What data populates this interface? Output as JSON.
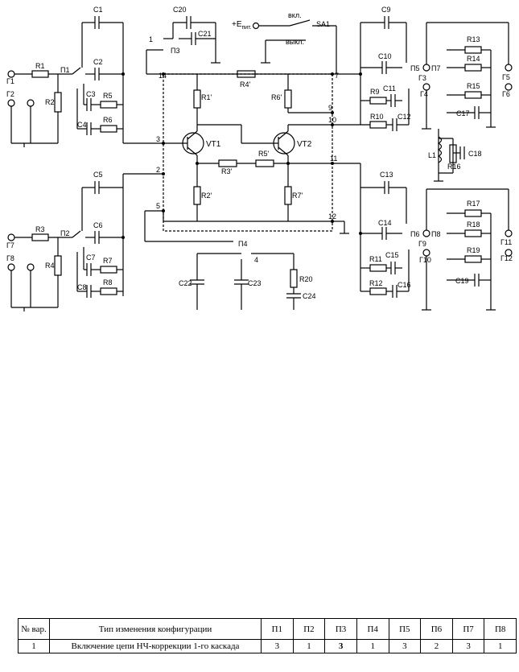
{
  "schematic": {
    "supply_label": "+E",
    "supply_sub": "пит.",
    "switch_on": "вкл.",
    "switch_off": "выкл.",
    "switch_name": "SA1",
    "transistors": [
      "VT1",
      "VT2"
    ],
    "capacitors": [
      "C1",
      "C2",
      "C3",
      "C4",
      "C5",
      "C6",
      "C7",
      "C8",
      "C9",
      "C10",
      "C11",
      "C12",
      "C13",
      "C14",
      "C15",
      "C16",
      "C17",
      "C18",
      "C19",
      "C20",
      "C21",
      "C22",
      "C23",
      "C24"
    ],
    "resistors": [
      "R1",
      "R2",
      "R3",
      "R4",
      "R5",
      "R6",
      "R7",
      "R8",
      "R9",
      "R10",
      "R11",
      "R12",
      "R13",
      "R14",
      "R15",
      "R16",
      "R17",
      "R18",
      "R19",
      "R20"
    ],
    "primed_resistors": [
      "R1'",
      "R2'",
      "R3'",
      "R4'",
      "R5'",
      "R6'",
      "R7'"
    ],
    "inductor": "L1",
    "switches": [
      "П1",
      "П2",
      "П3",
      "П4",
      "П5",
      "П6",
      "П7",
      "П8"
    ],
    "generators": [
      "Г1",
      "Г2",
      "Г3",
      "Г4",
      "Г5",
      "Г6",
      "Г7",
      "Г8",
      "Г9",
      "Г10",
      "Г11",
      "Г12"
    ],
    "nodes": [
      "1",
      "2",
      "3",
      "4",
      "5",
      "7",
      "9",
      "10",
      "11",
      "12",
      "14"
    ]
  },
  "table": {
    "headers": [
      "№ вар.",
      "Тип изменения конфигурации",
      "П1",
      "П2",
      "П3",
      "П4",
      "П5",
      "П6",
      "П7",
      "П8"
    ],
    "rows": [
      {
        "num": "1",
        "type": "Включение цепи НЧ-коррекции 1-го каскада",
        "values": [
          "3",
          "1",
          "3",
          "1",
          "3",
          "2",
          "3",
          "1"
        ]
      }
    ]
  }
}
